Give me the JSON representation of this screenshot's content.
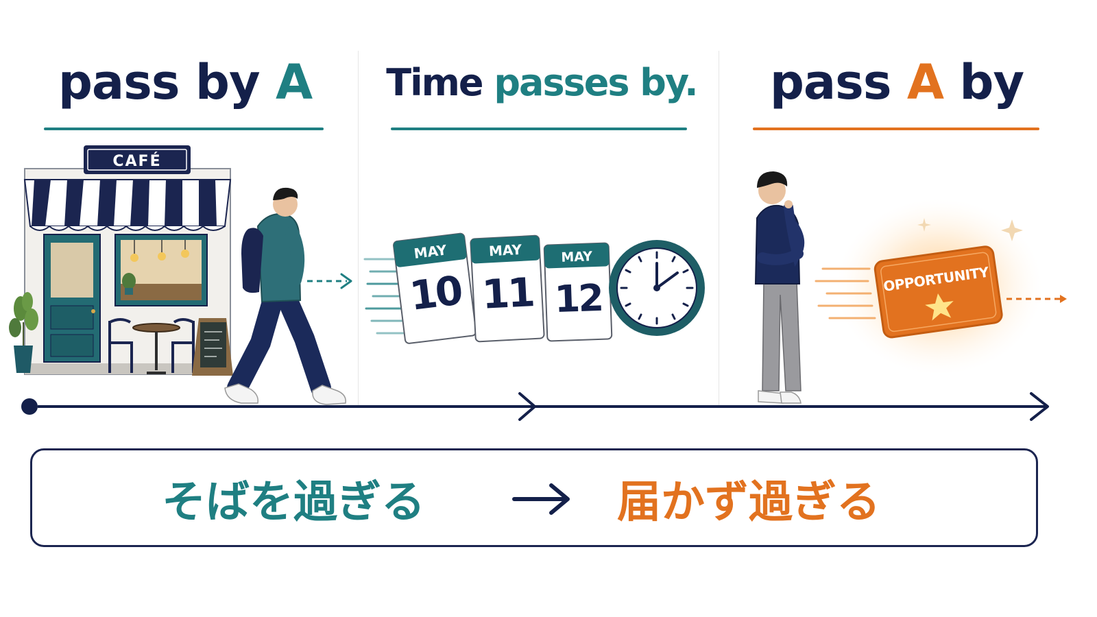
{
  "colors": {
    "navy": "#14204a",
    "teal": "#1f7f82",
    "orange": "#e2721f"
  },
  "panel1": {
    "heading_part1": "pass by ",
    "heading_part2": "A",
    "sign": "CAFÉ"
  },
  "panel2": {
    "heading_part1": "Time ",
    "heading_part2": "passes by.",
    "calendar": [
      {
        "month": "MAY",
        "day": "10"
      },
      {
        "month": "MAY",
        "day": "11"
      },
      {
        "month": "MAY",
        "day": "12"
      }
    ]
  },
  "panel3": {
    "heading_part1": "pass ",
    "heading_part2": "A",
    "heading_part3": " by",
    "card_label": "OPPORTUNITY"
  },
  "summary": {
    "left": "そばを過ぎる",
    "right": "届かず過ぎる"
  },
  "icons": [
    "cafe-illustration",
    "walking-person",
    "calendar-pages",
    "clock-icon",
    "thinking-person",
    "opportunity-card",
    "star-icon",
    "timeline-arrow",
    "dashed-arrow"
  ]
}
